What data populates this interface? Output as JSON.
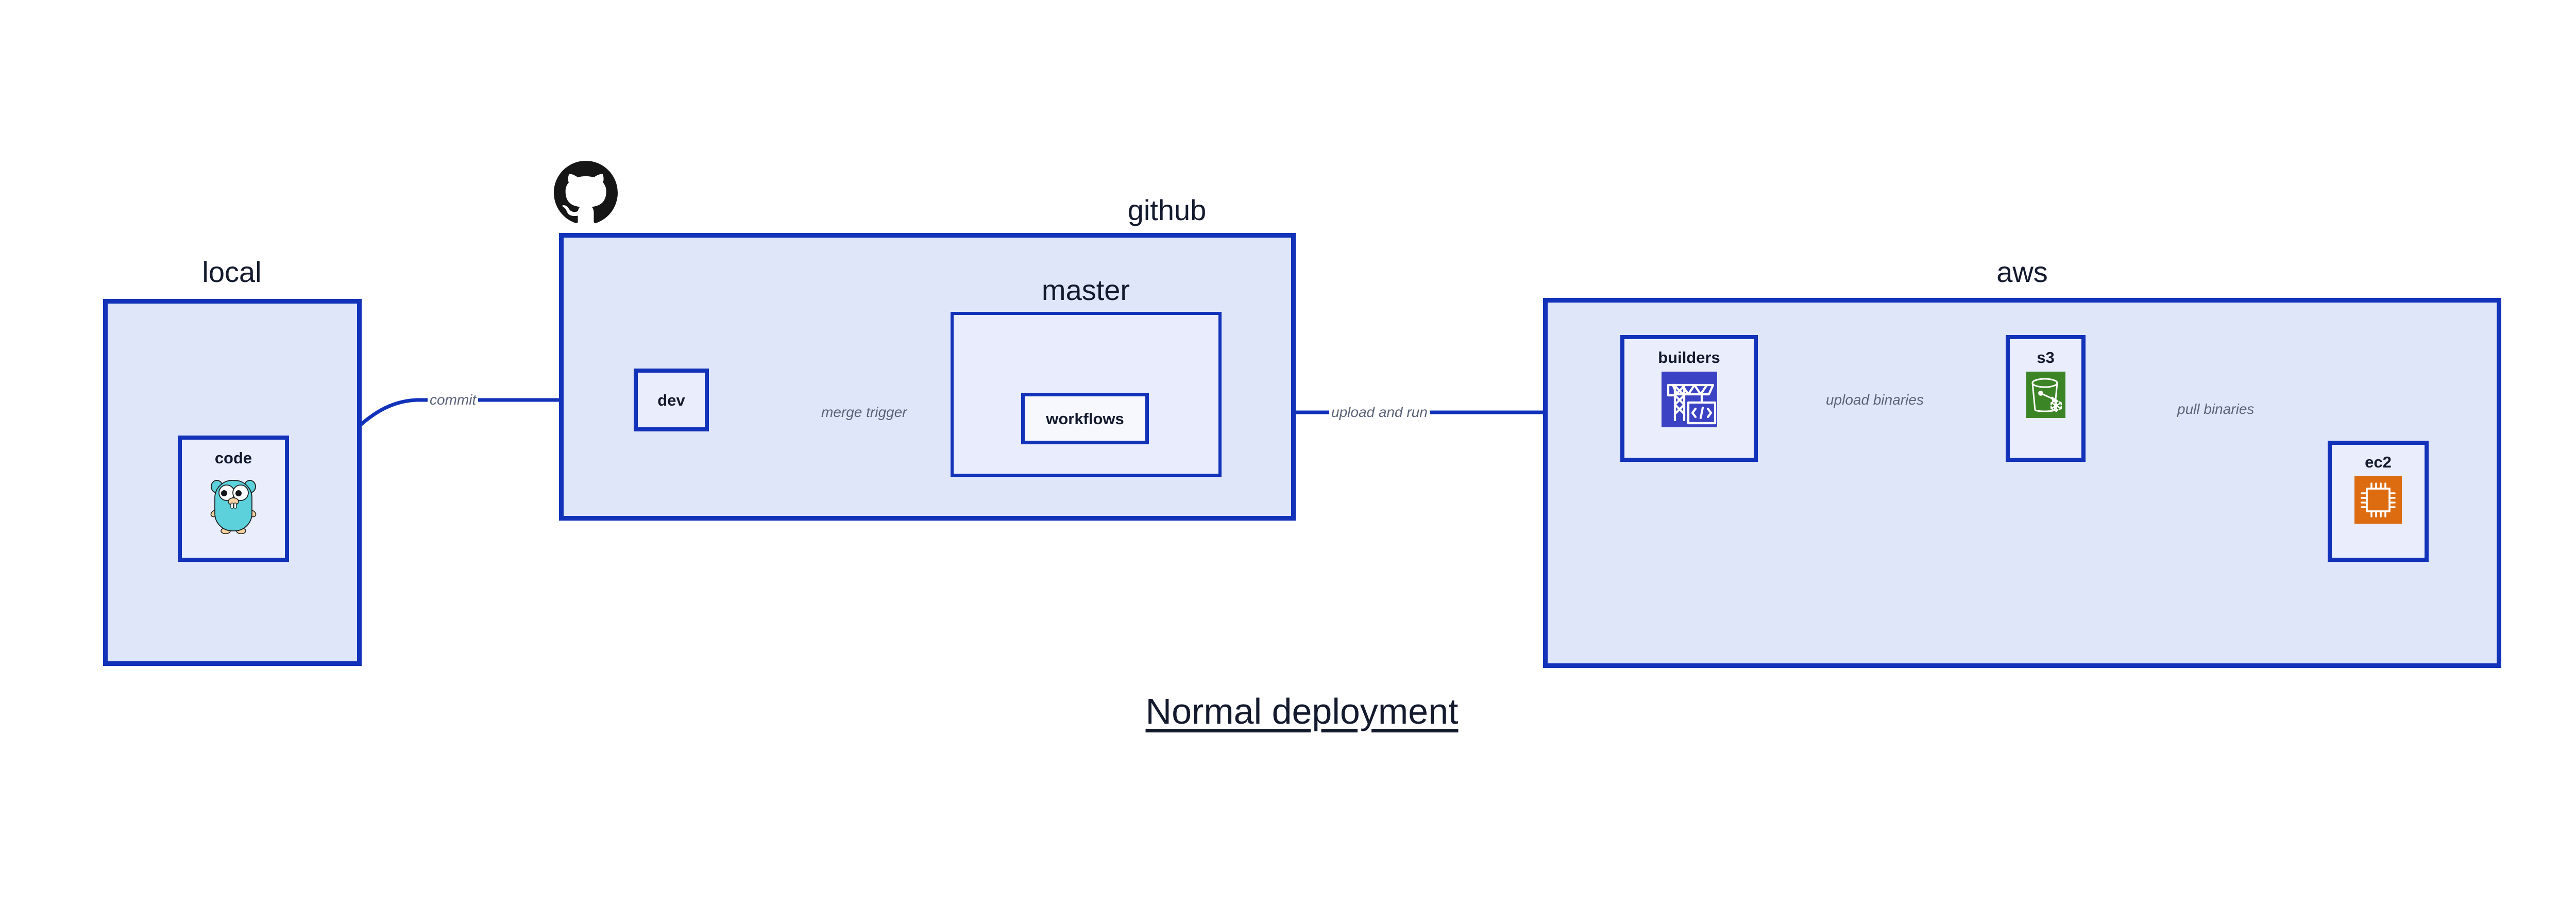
{
  "diagram": {
    "title": "Normal deployment",
    "accent_border": "#1232ba",
    "group_fill": "#e0e6fa",
    "subgroup_fill": "#e8ecfc",
    "node_fill": "#eaeefc",
    "label_color": "#141a2e",
    "edge_label_color": "#5a6378"
  },
  "groups": {
    "local": {
      "label": "local"
    },
    "github": {
      "label": "github"
    },
    "master": {
      "label": "master"
    },
    "aws": {
      "label": "aws"
    }
  },
  "nodes": {
    "code": {
      "label": "code",
      "icon": "go-gopher-icon"
    },
    "dev": {
      "label": "dev",
      "icon": "none"
    },
    "workflows": {
      "label": "workflows",
      "icon": "none"
    },
    "builders": {
      "label": "builders",
      "icon": "aws-codebuild-icon",
      "icon_color": "#3b43c4"
    },
    "s3": {
      "label": "s3",
      "icon": "aws-s3-bucket-icon",
      "icon_color": "#3c8527"
    },
    "ec2": {
      "label": "ec2",
      "icon": "aws-ec2-chip-icon",
      "icon_color": "#dd6b10"
    }
  },
  "icons": {
    "github_logo": "github-octocat-icon"
  },
  "edges": [
    {
      "id": "commit",
      "label": "commit",
      "from": "code",
      "to": "dev"
    },
    {
      "id": "merge-trigger",
      "label": "merge trigger",
      "from": "dev",
      "to": "workflows"
    },
    {
      "id": "upload-and-run",
      "label": "upload and run",
      "from": "workflows",
      "to": "builders"
    },
    {
      "id": "upload-binaries",
      "label": "upload binaries",
      "from": "builders",
      "to": "s3"
    },
    {
      "id": "pull-binaries",
      "label": "pull binaries",
      "from": "s3",
      "to": "ec2"
    }
  ]
}
